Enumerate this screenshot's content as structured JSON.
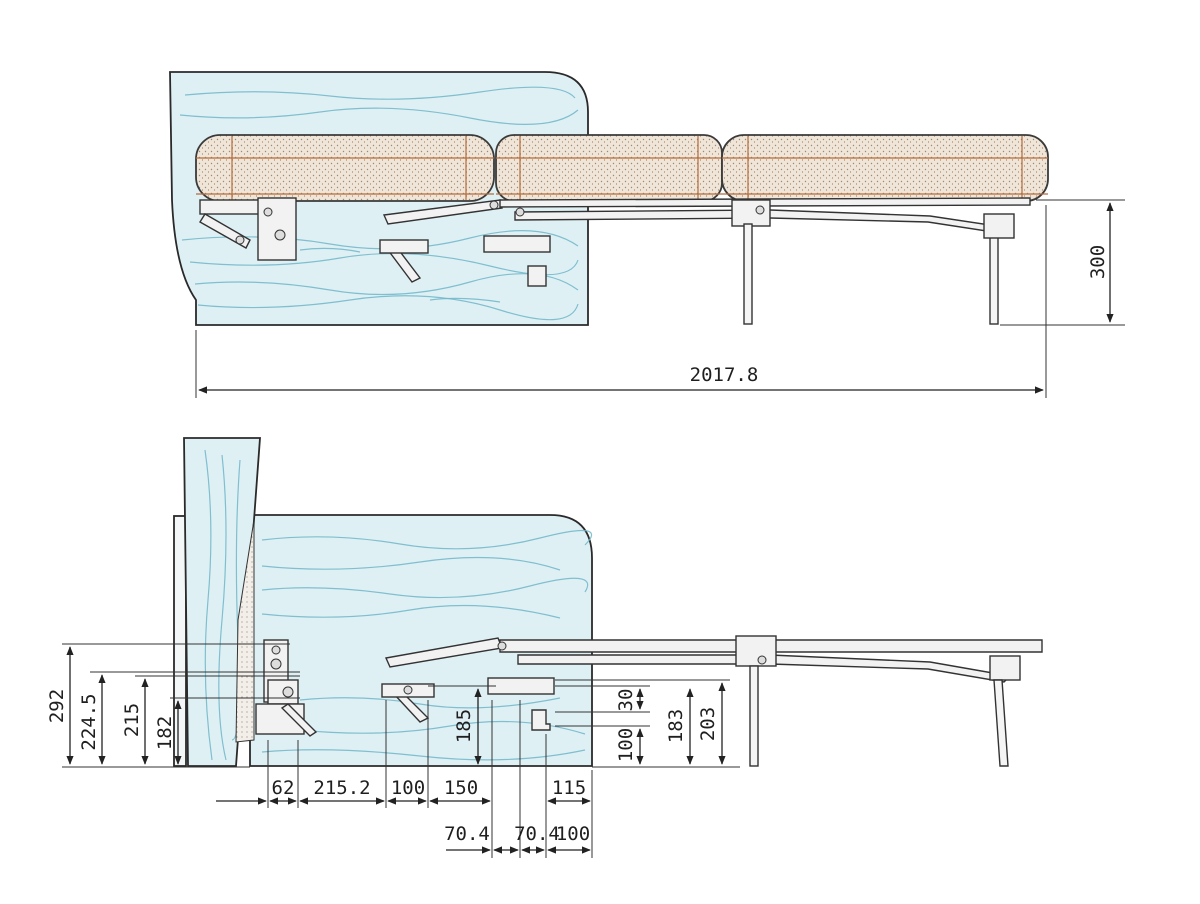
{
  "colors": {
    "wood_fill": "#dff0f4",
    "wood_grain": "#6fb6c9",
    "cushion_fill": "#efe6d9",
    "cushion_seam": "#b36b3c",
    "line": "#2a2a2a"
  },
  "top_view": {
    "overall_width": "2017.8",
    "seat_height": "300"
  },
  "bottom_view": {
    "heights": [
      "292",
      "224.5",
      "215",
      "182",
      "185",
      "30",
      "100",
      "183",
      "203"
    ],
    "spacings_row1": [
      "62",
      "215.2",
      "100",
      "150",
      "115"
    ],
    "spacings_row2": [
      "70.4",
      "70.4",
      "100"
    ]
  }
}
